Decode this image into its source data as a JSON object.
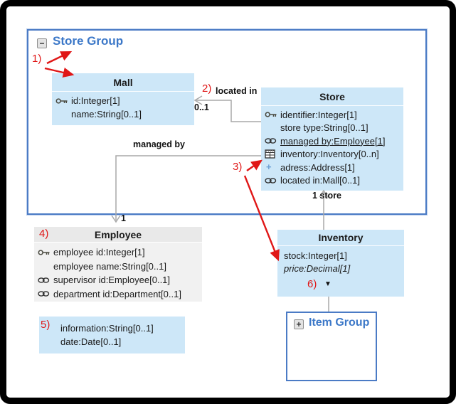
{
  "colors": {
    "group_border": "#4b7bc5",
    "group_title_blue": "#3c78c8",
    "class_fill_blue": "#cde7f8",
    "employee_header_fill": "#e9e9e9",
    "employee_body_fill": "#f1f1f1",
    "edge_line_gray": "#a9a9a9",
    "annotation_red": "#e01717"
  },
  "store_group": {
    "title": "Store Group",
    "collapse_glyph": "−"
  },
  "item_group": {
    "title": "Item Group",
    "expand_glyph": "+"
  },
  "classes": {
    "mall": {
      "title": "Mall",
      "attributes": [
        {
          "icon": "key-icon",
          "text": "id:Integer[1]"
        },
        {
          "icon": "none",
          "text": "name:String[0..1]"
        }
      ]
    },
    "store": {
      "title": "Store",
      "attributes": [
        {
          "icon": "key-icon",
          "text": "identifier:Integer[1]"
        },
        {
          "icon": "none",
          "text": "store type:String[0..1]"
        },
        {
          "icon": "link-icon",
          "text": "managed by:Employee[1]",
          "underline": true
        },
        {
          "icon": "table-icon",
          "text": "inventory:Inventory[0..n]"
        },
        {
          "icon": "plus-icon",
          "text": "adress:Address[1]"
        },
        {
          "icon": "link-icon",
          "text": "located in:Mall[0..1]"
        }
      ]
    },
    "employee": {
      "title": "Employee",
      "attributes": [
        {
          "icon": "key-icon",
          "text": "employee id:Integer[1]"
        },
        {
          "icon": "none",
          "text": "employee name:String[0..1]"
        },
        {
          "icon": "link-icon",
          "text": "supervisor id:Employee[0..1]"
        },
        {
          "icon": "link-icon",
          "text": "department id:Department[0..1]"
        }
      ]
    },
    "inventory": {
      "title": "Inventory",
      "attributes": [
        {
          "icon": "none",
          "text": "stock:Integer[1]"
        },
        {
          "icon": "none",
          "text": "price:Decimal[1]",
          "italic": true
        }
      ],
      "caret_glyph": "▼"
    }
  },
  "info_box": {
    "lines": [
      "information:String[0..1]",
      "date:Date[0..1]"
    ]
  },
  "edges": {
    "located_in": {
      "label": "located in",
      "multiplicity": "0..1"
    },
    "managed_by": {
      "label": "managed by",
      "multiplicity": "1"
    },
    "store_inventory": {
      "label": "1 store"
    }
  },
  "icons": {
    "plus_glyph": "+"
  },
  "annotations": {
    "n1": "1)",
    "n2": "2)",
    "n3": "3)",
    "n4": "4)",
    "n5": "5)",
    "n6": "6)"
  }
}
